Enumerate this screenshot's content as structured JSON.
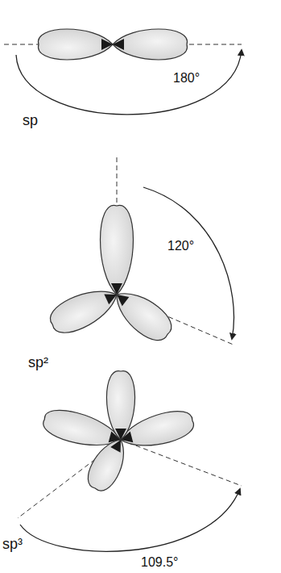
{
  "diagram": {
    "labels": [
      "180°",
      "sp",
      "120°",
      "sp²",
      "sp³",
      "109.5°"
    ]
  }
}
